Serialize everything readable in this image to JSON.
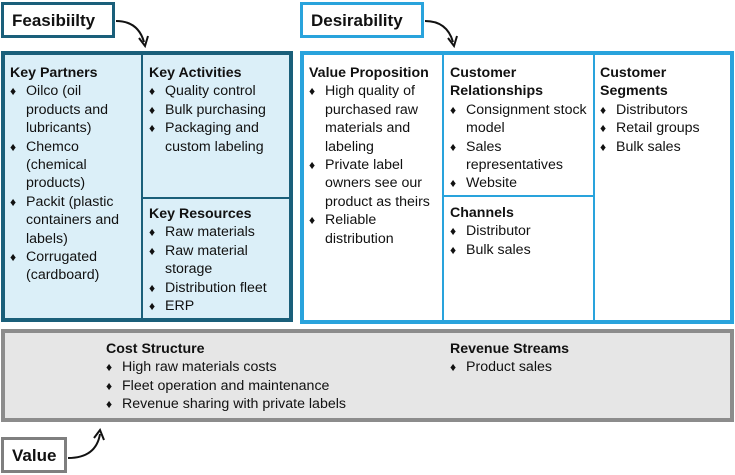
{
  "tags": {
    "feasibility": "Feasibiilty",
    "desirability": "Desirability",
    "value": "Value"
  },
  "colors": {
    "feasibility_border": "#1a5f7a",
    "feasibility_fill": "#dbeff8",
    "desirability_border": "#29a3dc",
    "value_border": "#8c8c8c",
    "value_fill": "#e6e6e6"
  },
  "feasibility": {
    "key_partners": {
      "title": "Key Partners",
      "items": [
        "Oilco (oil products and lubricants)",
        "Chemco (chemical products)",
        "Packit (plastic containers and labels)",
        "Corrugated (cardboard)"
      ]
    },
    "key_activities": {
      "title": "Key Activities",
      "items": [
        "Quality control",
        "Bulk purchasing",
        "Packaging and custom labeling"
      ]
    },
    "key_resources": {
      "title": "Key Resources",
      "items": [
        "Raw materials",
        "Raw material storage",
        "Distribution fleet",
        "ERP"
      ]
    }
  },
  "desirability": {
    "value_proposition": {
      "title": "Value Proposition",
      "items": [
        "High quality of purchased raw materials and labeling",
        "Private label owners see our product as theirs",
        "Reliable distribution"
      ]
    },
    "customer_relationships": {
      "title": "Customer Relationships",
      "items": [
        "Consignment stock model",
        "Sales representatives",
        "Website"
      ]
    },
    "channels": {
      "title": "Channels",
      "items": [
        "Distributor",
        "Bulk sales"
      ]
    },
    "customer_segments": {
      "title": "Customer Segments",
      "items": [
        "Distributors",
        "Retail groups",
        "Bulk sales"
      ]
    }
  },
  "value": {
    "cost_structure": {
      "title": "Cost Structure",
      "items": [
        "High raw materials costs",
        "Fleet operation and maintenance",
        "Revenue sharing with private labels"
      ]
    },
    "revenue_streams": {
      "title": "Revenue Streams",
      "items": [
        "Product sales"
      ]
    }
  }
}
